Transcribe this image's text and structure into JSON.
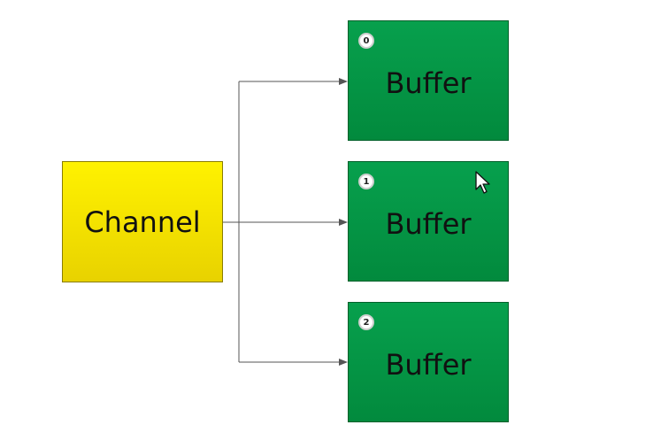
{
  "diagram": {
    "source": {
      "label": "Channel",
      "color": "#ffee00"
    },
    "targets": [
      {
        "index": "0",
        "label": "Buffer",
        "color": "#02943f"
      },
      {
        "index": "1",
        "label": "Buffer",
        "color": "#02943f"
      },
      {
        "index": "2",
        "label": "Buffer",
        "color": "#02943f"
      }
    ],
    "connector_color": "#555555"
  },
  "icons": {
    "cursor": "mouse-pointer-icon"
  }
}
